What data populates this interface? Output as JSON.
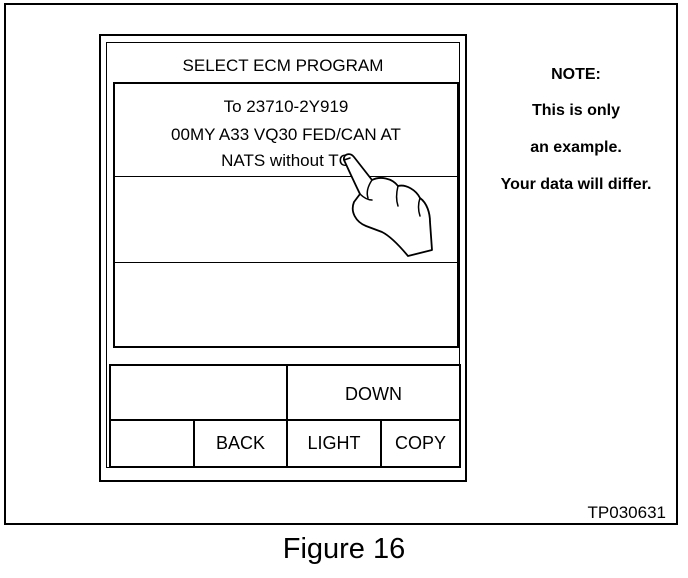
{
  "screen": {
    "title": "SELECT ECM PROGRAM",
    "program_lines": [
      "To 23710-2Y919",
      "00MY A33 VQ30 FED/CAN AT",
      "NATS without TC"
    ]
  },
  "buttons": {
    "down": "DOWN",
    "back": "BACK",
    "light": "LIGHT",
    "copy": "COPY"
  },
  "note": {
    "heading": "NOTE:",
    "line1": "This is only",
    "line2": "an example.",
    "line3": "Your data will differ."
  },
  "figure_code": "TP030631",
  "caption": "Figure 16"
}
